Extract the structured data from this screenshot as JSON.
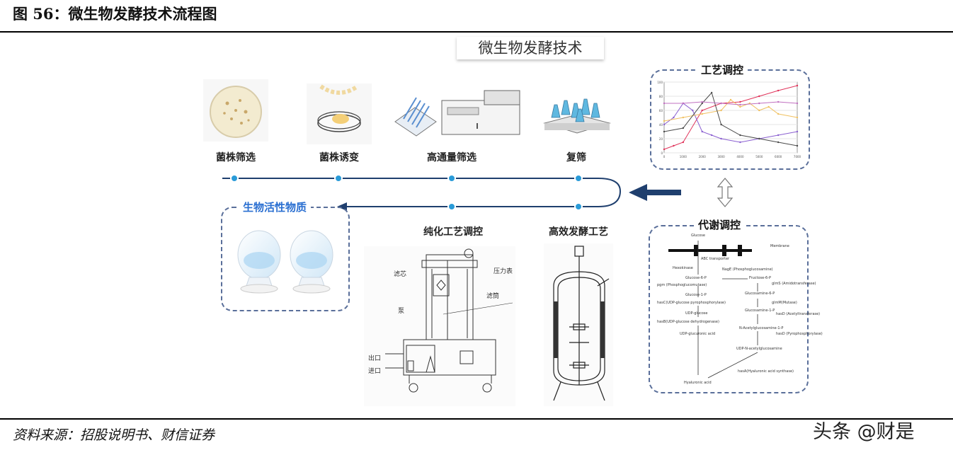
{
  "figure": {
    "title": "图 56：微生物发酵技术流程图",
    "diagram_title": "微生物发酵技术",
    "source": "资料来源：招股说明书、财信证券",
    "watermark": "头条 @财是"
  },
  "steps_top": [
    {
      "label": "菌株筛选"
    },
    {
      "label": "菌株诱变"
    },
    {
      "label": "高通量筛选"
    },
    {
      "label": "复筛"
    }
  ],
  "steps_bottom": [
    {
      "label": "纯化工艺调控"
    },
    {
      "label": "高效发酵工艺"
    }
  ],
  "bio_box": {
    "title": "生物活性物质"
  },
  "process_box": {
    "title": "工艺调控"
  },
  "metabolic_box": {
    "title": "代谢调控",
    "nodes": {
      "glucose": "Glucose",
      "membrane": "Membrane",
      "abc": "ABC transporter",
      "hexokinase": "Hexokinase",
      "nag": "NagE\n(Phosphoglucosamine)",
      "g6p": "Glucose-6-P",
      "f6p": "Fructose-6-P",
      "pgm": "pgm\n(Phosphoglucomutase)",
      "glms": "glmS\n(Amidotransferase)",
      "g1p": "Glucose-1-P",
      "gn6p": "Glucosamine-6-P",
      "hasc": "hasC(UDP-glucose\npyrophosphorylase)",
      "glmm": "glmM(Mutase)",
      "udpg": "UDP-glucose",
      "gn1p": "Glucosamine-1-P",
      "hasb": "hasB(UDP-glucose\ndehydrogenase)",
      "hasd1": "hasD\n(Acetyltransferase)",
      "udpga": "UDP-glucuronic acid",
      "nag1p": "N-Acetylglucosamine-1-P",
      "hasd2": "hasD\n(Pyrophosphorylase)",
      "udpnag": "UDP-N-acetylglucosamine",
      "hasa": "hasA(Hyaluronic acid\nsynthase)",
      "ha": "Hyaluronic acid"
    }
  },
  "purification_labels": {
    "core": "滤芯",
    "gauge": "压力表",
    "cylinder": "滤筒",
    "pump": "泵",
    "outlet": "出口",
    "inlet": "进口"
  },
  "chart_data": {
    "type": "line",
    "x_ticks": [
      "0",
      "1000",
      "2000",
      "3000",
      "4000",
      "5000",
      "6000",
      "7000"
    ],
    "y_ticks": [
      "0",
      "20",
      "40",
      "60",
      "80",
      "100"
    ],
    "series": [
      {
        "color": "#e0335a",
        "x": [
          0,
          500,
          1000,
          2000,
          3000,
          4000,
          5000,
          6000,
          7000
        ],
        "y": [
          5,
          10,
          15,
          60,
          70,
          72,
          80,
          88,
          95
        ]
      },
      {
        "color": "#8a5fd0",
        "x": [
          0,
          500,
          1000,
          1500,
          2000,
          2500,
          3000,
          4000,
          5000,
          6000,
          7000
        ],
        "y": [
          40,
          50,
          70,
          60,
          30,
          25,
          20,
          15,
          20,
          25,
          30
        ]
      },
      {
        "color": "#f0c060",
        "x": [
          0,
          1000,
          2000,
          3000,
          3500,
          4000,
          4500,
          5000,
          5500,
          6000,
          7000
        ],
        "y": [
          45,
          50,
          55,
          60,
          75,
          65,
          70,
          60,
          65,
          55,
          50
        ]
      },
      {
        "color": "#4a4a4a",
        "x": [
          0,
          1000,
          2000,
          2500,
          3000,
          4000,
          5000,
          6000,
          7000
        ],
        "y": [
          30,
          35,
          70,
          85,
          40,
          25,
          20,
          15,
          10
        ]
      },
      {
        "color": "#c070c0",
        "x": [
          0,
          1000,
          2000,
          3000,
          4000,
          5000,
          6000,
          7000
        ],
        "y": [
          70,
          70,
          72,
          70,
          68,
          70,
          72,
          70
        ]
      }
    ]
  },
  "colors": {
    "flow_line": "#1f3f6e",
    "node_dot": "#2a9bd8",
    "arrow": "#1f3f6e",
    "box_border": "#5a6f9a",
    "bio_title": "#2a6fd1"
  }
}
